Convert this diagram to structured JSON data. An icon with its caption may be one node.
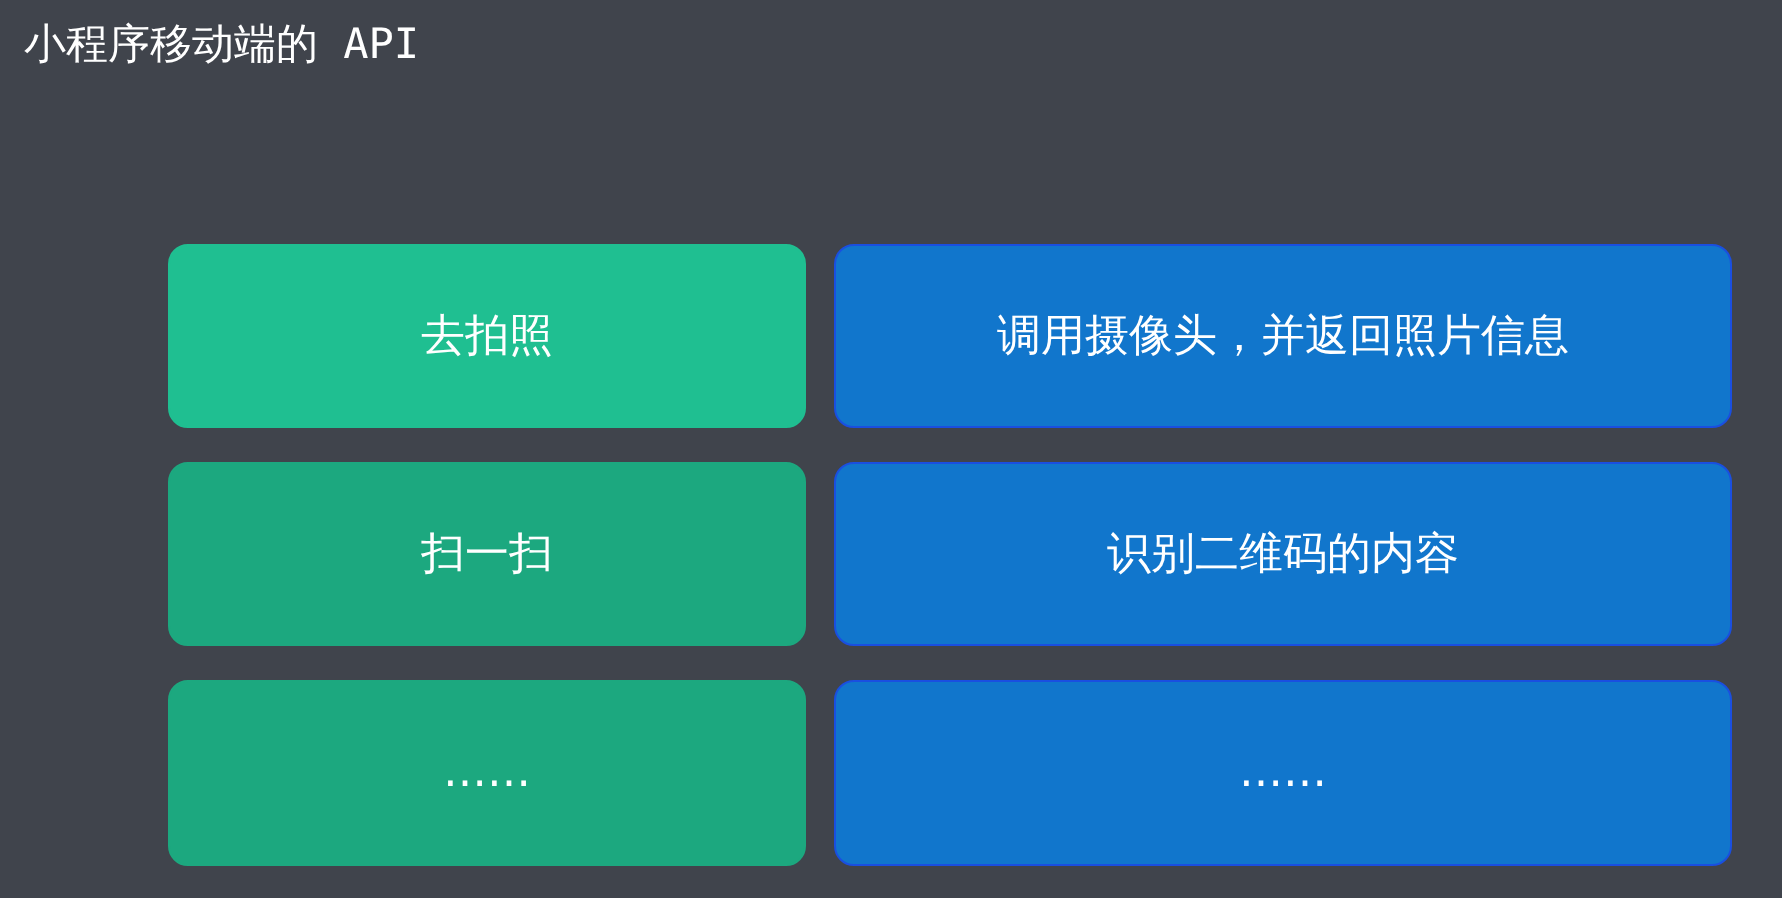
{
  "diagram": {
    "title": "小程序移动端的 API",
    "nodes": [
      {
        "text": [
          "去拍照"
        ]
      },
      {
        "text": [
          "调用摄像头，并返回照片信息"
        ]
      },
      {
        "text": [
          "扫一扫"
        ]
      },
      {
        "text": [
          "识别二维码的内容"
        ]
      },
      {
        "text": [
          "……"
        ]
      },
      {
        "text": [
          "……"
        ]
      }
    ]
  }
}
